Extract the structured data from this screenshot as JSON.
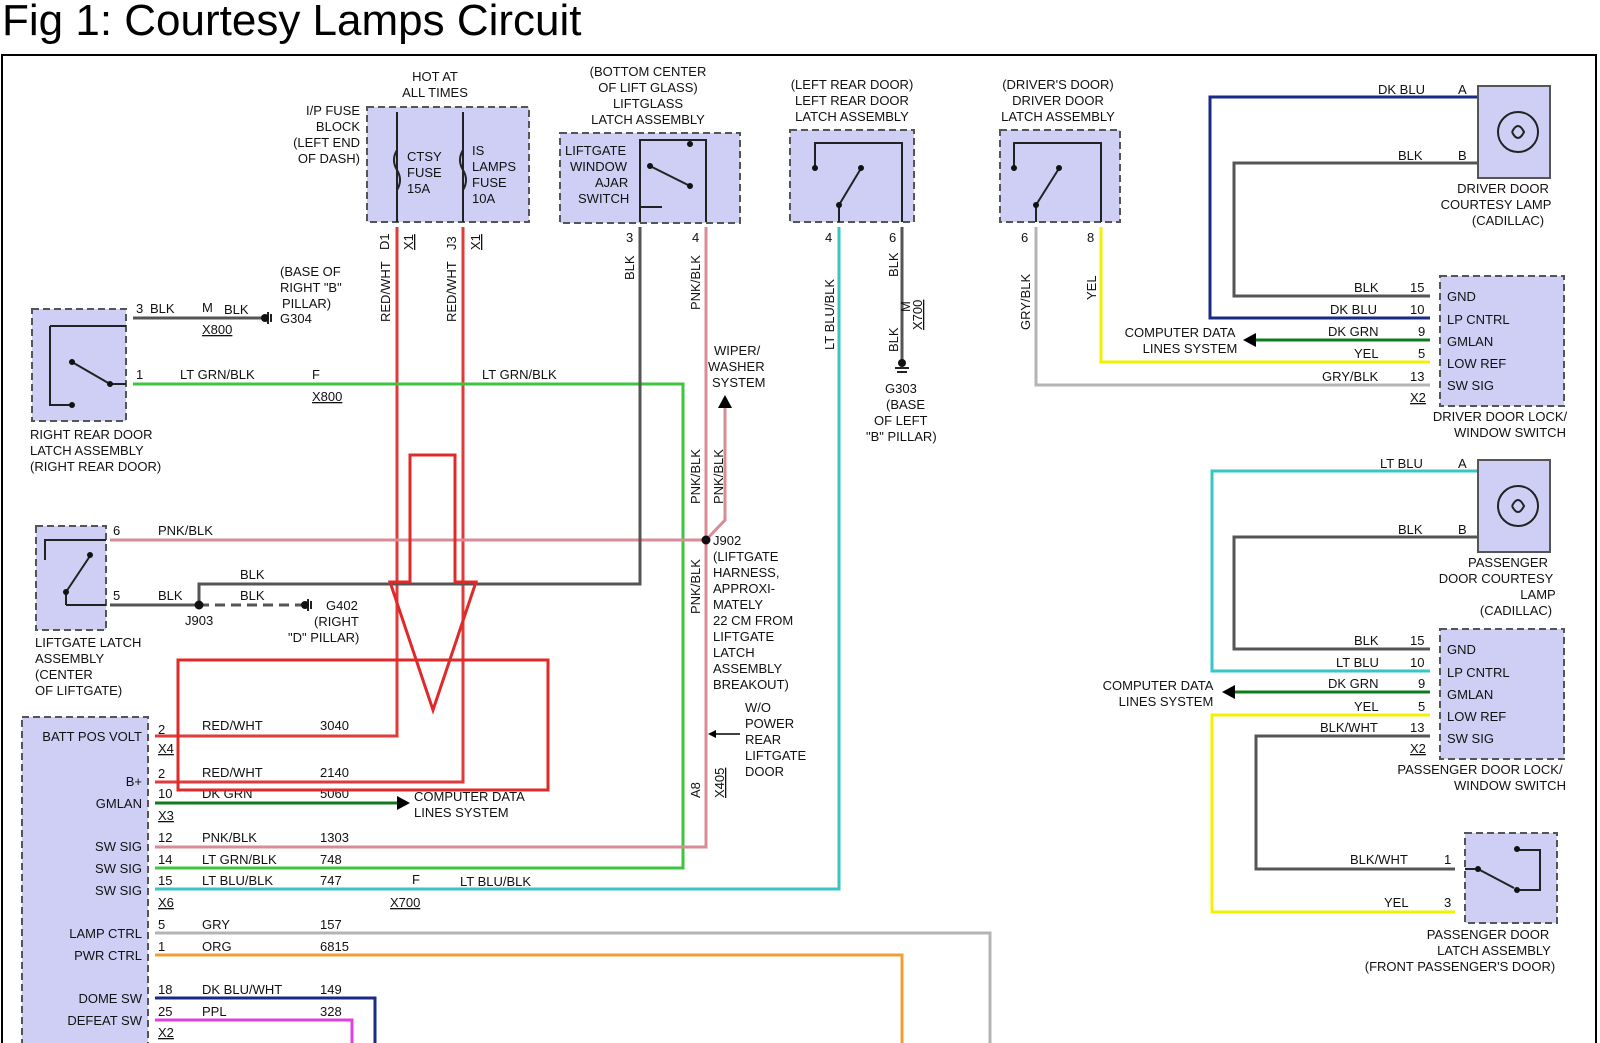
{
  "title": "Fig 1: Courtesy Lamps Circuit",
  "colors": {
    "component_fill": "#cfcff5",
    "red_wht": "#e03a3a",
    "lt_grn_blk": "#3ec43e",
    "lt_blu_blk": "#36c6c6",
    "pnk_blk": "#d98b96",
    "blk": "#555555",
    "gry": "#b4b4b4",
    "yel": "#f2f200",
    "dk_blu": "#1a2b86",
    "dk_grn": "#0f7a1a",
    "org": "#f0a030",
    "ppl": "#e040e0",
    "highlight": "#e02a2a"
  },
  "labels": {
    "hot_at_all_times": [
      "HOT AT",
      "ALL TIMES"
    ],
    "ip_fuse_block": [
      "I/P FUSE",
      "BLOCK",
      "(LEFT END",
      "OF DASH)"
    ],
    "ctsy_fuse": [
      "CTSY",
      "FUSE",
      "15A"
    ],
    "is_lamps_fuse": [
      "IS",
      "LAMPS",
      "FUSE",
      "10A"
    ],
    "liftglass_assy": [
      "(BOTTOM CENTER",
      "OF LIFT GLASS)",
      "LIFTGLASS",
      "LATCH ASSEMBLY"
    ],
    "liftgate_window_switch": [
      "LIFTGATE",
      "WINDOW",
      "AJAR",
      "SWITCH"
    ],
    "left_rear_door": [
      "(LEFT REAR DOOR)",
      "LEFT REAR DOOR",
      "LATCH ASSEMBLY"
    ],
    "driver_door_latch": [
      "(DRIVER'S DOOR)",
      "DRIVER DOOR",
      "LATCH ASSEMBLY"
    ],
    "driver_courtesy_lamp": [
      "DRIVER DOOR",
      "COURTESY LAMP",
      "(CADILLAC)"
    ],
    "driver_lock_switch": [
      "DRIVER DOOR LOCK/",
      "WINDOW SWITCH"
    ],
    "passenger_courtesy_lamp": [
      "PASSENGER",
      "DOOR COURTESY",
      "LAMP",
      "(CADILLAC)"
    ],
    "passenger_lock_switch": [
      "PASSENGER DOOR LOCK/",
      "WINDOW SWITCH"
    ],
    "passenger_latch": [
      "PASSENGER DOOR",
      "LATCH ASSEMBLY",
      "(FRONT PASSENGER'S DOOR)"
    ],
    "right_rear_door": [
      "RIGHT REAR DOOR",
      "LATCH ASSEMBLY",
      "(RIGHT REAR DOOR)"
    ],
    "base_right_b_pillar": [
      "(BASE OF",
      "RIGHT \"B\"",
      "PILLAR)"
    ],
    "g304": "G304",
    "liftgate_latch": [
      "LIFTGATE LATCH",
      "ASSEMBLY",
      "(CENTER",
      "OF LIFTGATE)"
    ],
    "g402": [
      "G402",
      "(RIGHT",
      "\"D\" PILLAR)"
    ],
    "j903": "J903",
    "j902": [
      "J902",
      "(LIFTGATE",
      "HARNESS,",
      "APPROXI-",
      "MATELY",
      "22 CM FROM",
      "LIFTGATE",
      "LATCH",
      "ASSEMBLY",
      "BREAKOUT)"
    ],
    "wiper_washer": [
      "WIPER/",
      "WASHER",
      "SYSTEM"
    ],
    "wo_power_liftgate": [
      "W/O",
      "POWER",
      "REAR",
      "LIFTGATE",
      "DOOR"
    ],
    "g303": [
      "G303",
      "(BASE",
      "OF LEFT",
      "\"B\" PILLAR)"
    ],
    "computer_data_lines": [
      "COMPUTER DATA",
      "LINES SYSTEM"
    ],
    "pins_lock_switch": [
      "GND",
      "LP CNTRL",
      "GMLAN",
      "LOW REF",
      "SW SIG"
    ],
    "bcm_pins": [
      "BATT POS VOLT",
      "B+",
      "GMLAN",
      "SW SIG",
      "SW SIG",
      "SW SIG",
      "LAMP CTRL",
      "PWR CTRL",
      "DOME SW",
      "DEFEAT SW"
    ]
  },
  "connectors": {
    "x1": "X1",
    "x2": "X2",
    "x3": "X3",
    "x4": "X4",
    "x6": "X6",
    "x405": "X405",
    "x700": "X700",
    "x800": "X800",
    "d1": "D1",
    "j3": "J3",
    "a8": "A8"
  },
  "wires": {
    "red_wht": "RED/WHT",
    "lt_grn_blk": "LT GRN/BLK",
    "lt_blu_blk": "LT BLU/BLK",
    "pnk_blk": "PNK/BLK",
    "blk": "BLK",
    "gry_blk": "GRY/BLK",
    "yel": "YEL",
    "dk_blu": "DK BLU",
    "dk_grn": "DK GRN",
    "lt_blu": "LT BLU",
    "blk_wht": "BLK/WHT",
    "gry": "GRY",
    "org": "ORG",
    "dk_blu_wht": "DK BLU/WHT",
    "ppl": "PPL"
  },
  "pins": {
    "p1": "1",
    "p2": "2",
    "p3": "3",
    "p4": "4",
    "p5": "5",
    "p6": "6",
    "p8": "8",
    "p9": "9",
    "p10": "10",
    "p12": "12",
    "p13": "13",
    "p14": "14",
    "p15": "15",
    "p18": "18",
    "p25": "25",
    "a": "A",
    "b": "B",
    "m": "M",
    "f": "F"
  },
  "circuits": {
    "c3040": "3040",
    "c2140": "2140",
    "c5060": "5060",
    "c1303": "1303",
    "c748": "748",
    "c747": "747",
    "c157": "157",
    "c6815": "6815",
    "c149": "149",
    "c328": "328"
  }
}
